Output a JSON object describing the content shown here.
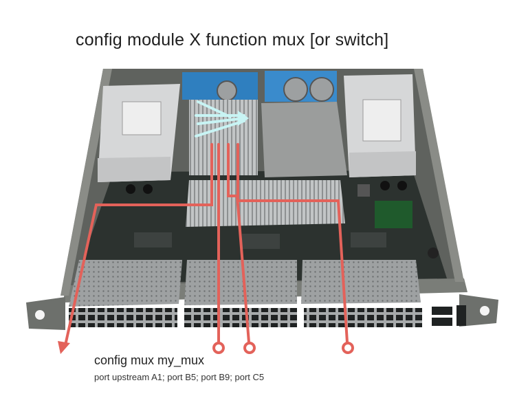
{
  "title": "config module X function mux [or switch]",
  "caption": {
    "command": "config mux my_mux",
    "ports": "port upstream A1; port B5; port B9; port C5"
  },
  "colors": {
    "arrow": "#e3625a",
    "flow_arrow": "#c8f4f4",
    "chassis": "#6b6e6a",
    "board": "#2e3330",
    "heatsink": "#b9bcbd",
    "psu": "#d9dadb",
    "fan_tray": "#2f7fbf"
  },
  "icons": [
    "upstream-arrow-icon",
    "port-marker-icon",
    "flow-arrow-icon"
  ]
}
